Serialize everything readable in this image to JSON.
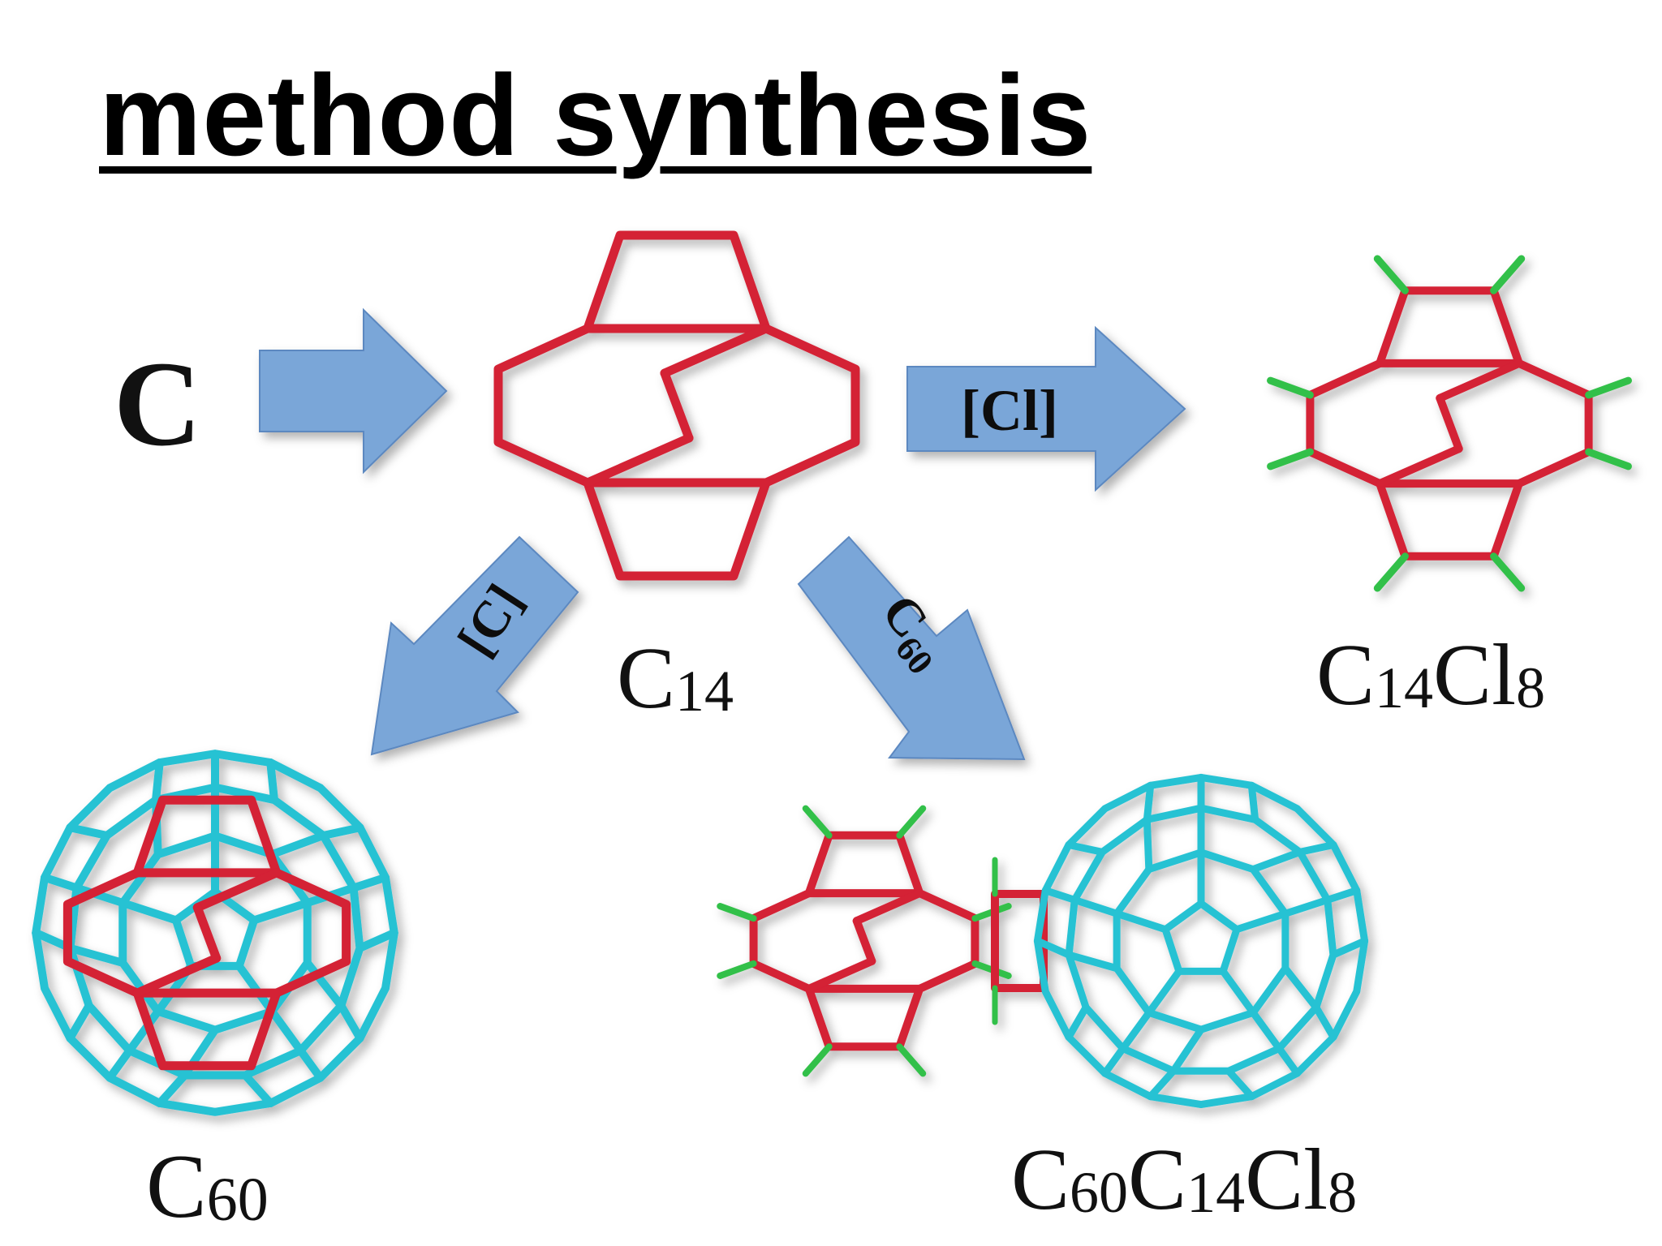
{
  "title": "method synthesis",
  "labels": {
    "carbon": "C",
    "c14": {
      "base": "C",
      "sub": "14"
    },
    "c14cl8": {
      "p1": "C",
      "s1": "14",
      "p2": "Cl",
      "s2": "8"
    },
    "c60": {
      "base": "C",
      "sub": "60"
    },
    "c60c14cl8": {
      "p1": "C",
      "s1": "60",
      "p2": "C",
      "s2": "14",
      "p3": "Cl",
      "s3": "8"
    }
  },
  "arrows": {
    "chlorination": "[Cl]",
    "carbon_add": "[C]",
    "c60_add": {
      "base": "C",
      "sub": "60"
    }
  },
  "colors": {
    "arrow_fill": "#7aa6d8",
    "carbon_ring": "#d42036",
    "cage": "#27c2d3",
    "chlorine": "#33c04a"
  }
}
